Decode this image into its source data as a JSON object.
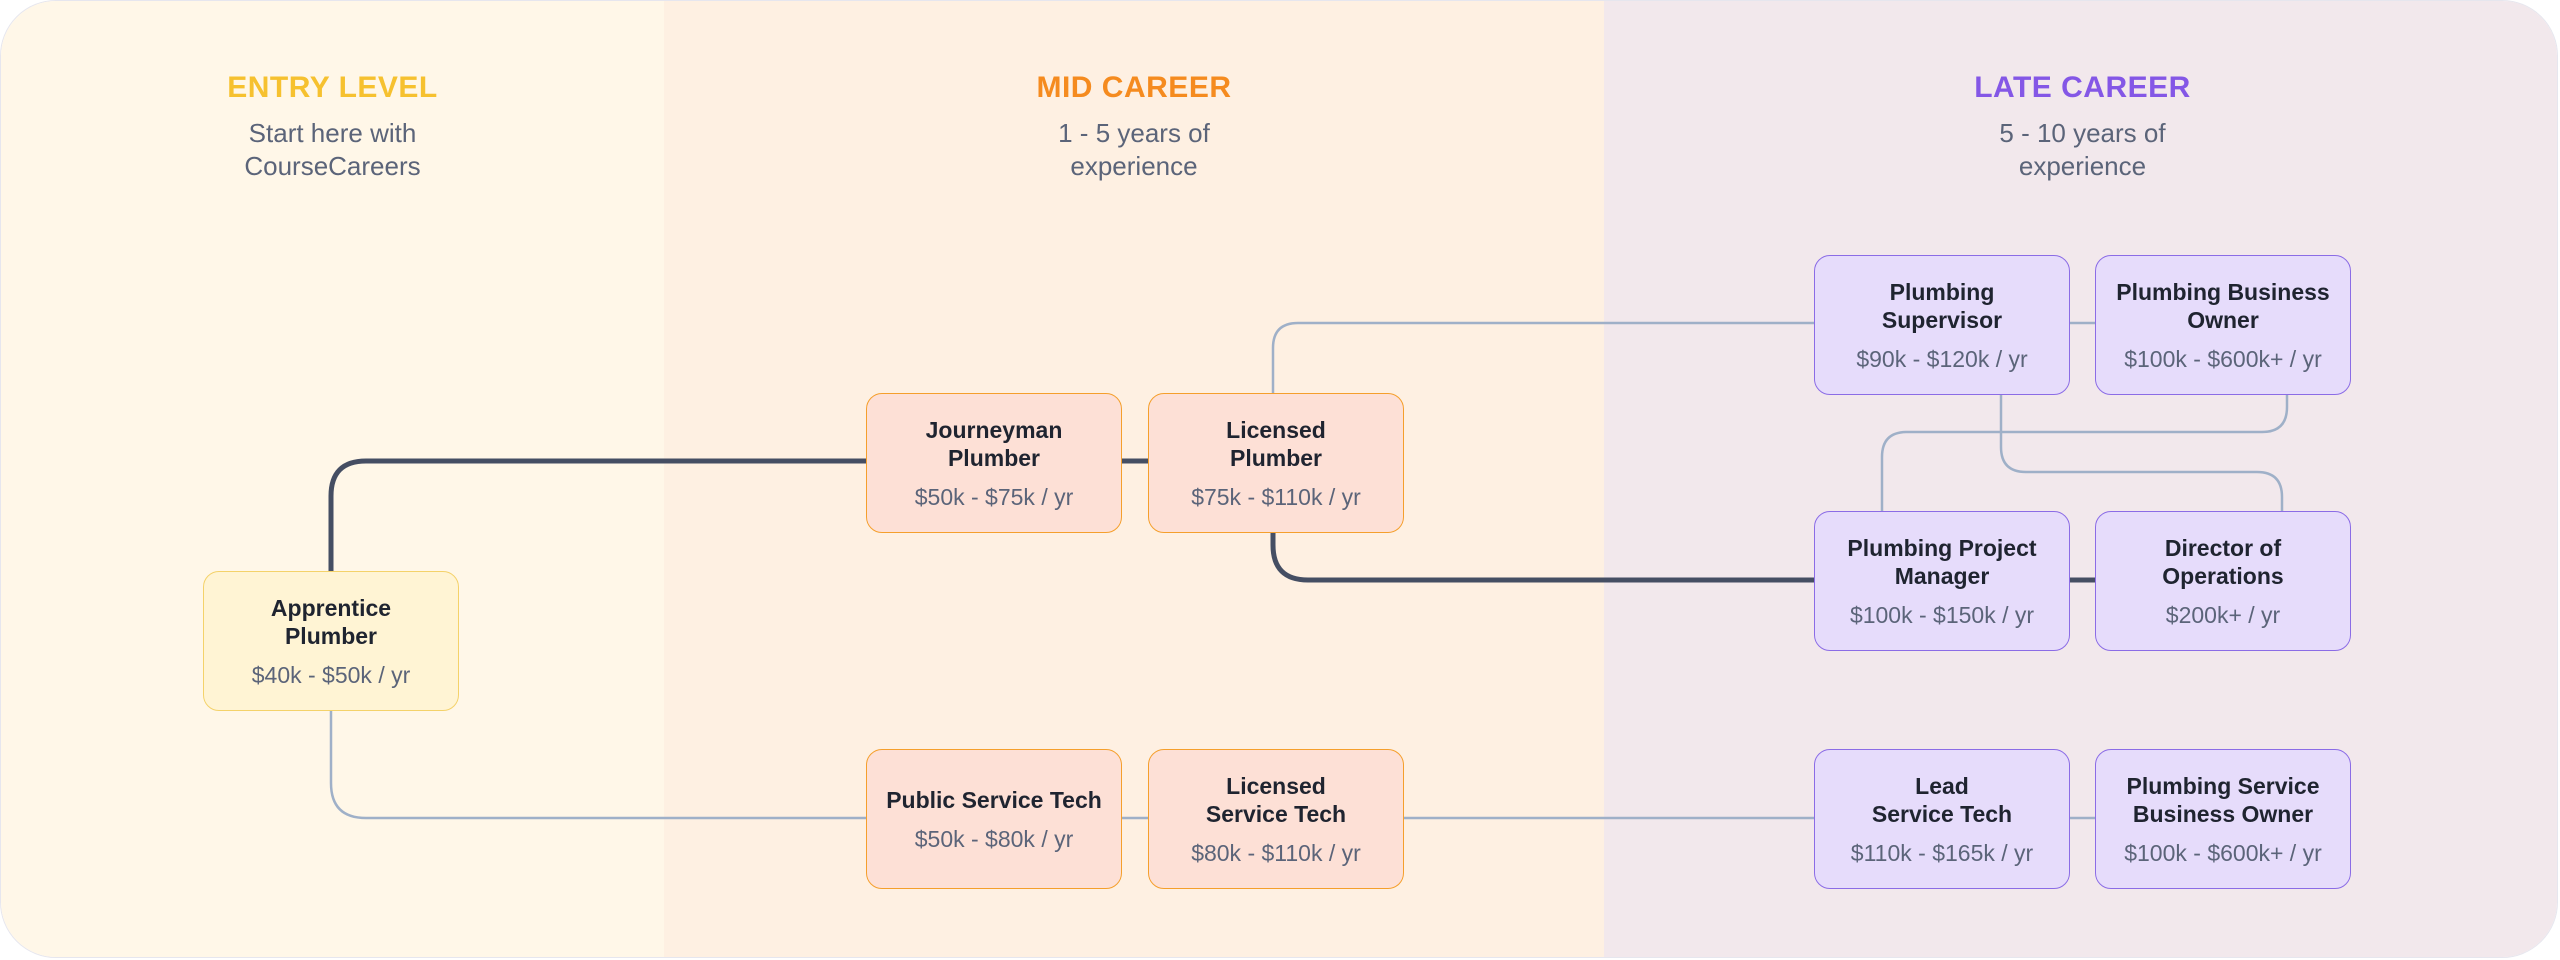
{
  "columns": {
    "entry": {
      "title": "ENTRY LEVEL",
      "subtitle": [
        "Start here with",
        "CourseCareers"
      ],
      "color": "#f6c12f"
    },
    "mid": {
      "title": "MID CAREER",
      "subtitle": [
        "1 - 5 years of",
        "experience"
      ],
      "color": "#f58b1f"
    },
    "late": {
      "title": "LATE CAREER",
      "subtitle": [
        "5 - 10 years of",
        "experience"
      ],
      "color": "#8457e6"
    }
  },
  "nodes": {
    "apprentice": {
      "title": [
        "Apprentice",
        "Plumber"
      ],
      "salary": "$40k - $50k / yr"
    },
    "journeyman": {
      "title": [
        "Journeyman",
        "Plumber"
      ],
      "salary": "$50k - $75k / yr"
    },
    "licensed_plumber": {
      "title": [
        "Licensed",
        "Plumber"
      ],
      "salary": "$75k - $110k / yr"
    },
    "public_service_tech": {
      "title": [
        "Public Service Tech"
      ],
      "salary": "$50k - $80k / yr"
    },
    "licensed_service_tech": {
      "title": [
        "Licensed",
        "Service Tech"
      ],
      "salary": "$80k - $110k / yr"
    },
    "supervisor": {
      "title": [
        "Plumbing",
        "Supervisor"
      ],
      "salary": "$90k - $120k / yr"
    },
    "business_owner": {
      "title": [
        "Plumbing Business",
        "Owner"
      ],
      "salary": "$100k - $600k+ / yr"
    },
    "project_manager": {
      "title": [
        "Plumbing Project",
        "Manager"
      ],
      "salary": "$100k - $150k / yr"
    },
    "director_ops": {
      "title": [
        "Director of",
        "Operations"
      ],
      "salary": "$200k+ / yr"
    },
    "lead_service_tech": {
      "title": [
        "Lead",
        "Service Tech"
      ],
      "salary": "$110k - $165k / yr"
    },
    "service_business_owner": {
      "title": [
        "Plumbing Service",
        "Business Owner"
      ],
      "salary": "$100k - $600k+ / yr"
    }
  },
  "colors": {
    "primary_path": "#454e63",
    "secondary_path": "#9fb0c8"
  }
}
